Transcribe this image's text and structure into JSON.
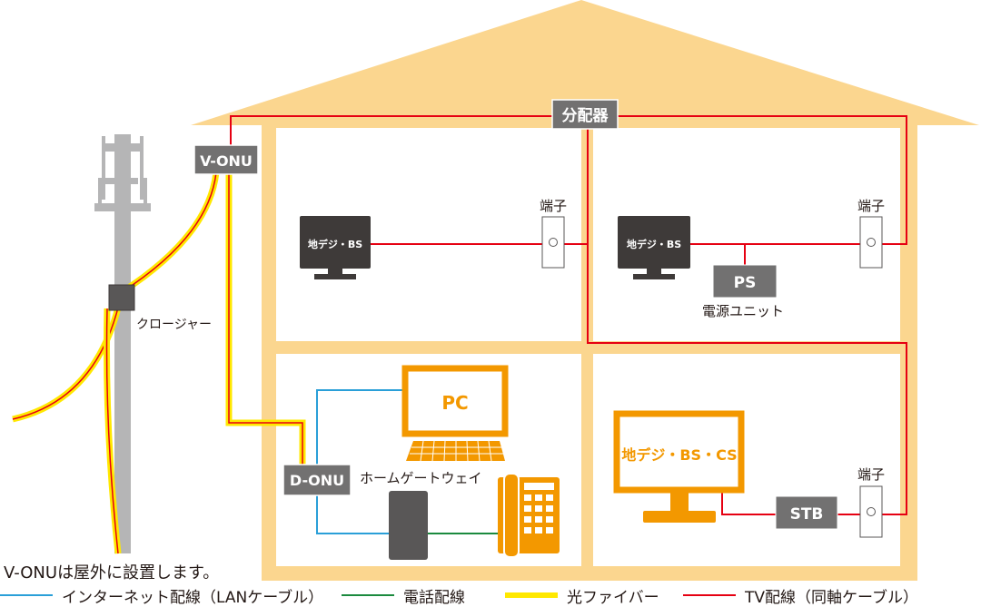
{
  "labels": {
    "v_onu": "V-ONU",
    "d_onu": "D-ONU",
    "splitter": "分配器",
    "closure": "クロージャー",
    "terminal_1": "端子",
    "terminal_2": "端子",
    "terminal_3": "端子",
    "tv_1": "地デジ・BS",
    "tv_2": "地デジ・BS",
    "tv_3": "地デジ・BS・CS",
    "pc": "PC",
    "ps": "PS",
    "ps_caption": "電源ユニット",
    "stb": "STB",
    "home_gateway": "ホームゲートウェイ"
  },
  "note": "V-ONUは屋外に設置します。",
  "legend": [
    {
      "label": "インターネット配線（LANケーブル）",
      "color": "#2a9fd8"
    },
    {
      "label": "電話配線",
      "color": "#1b8a3e"
    },
    {
      "label": "光ファイバー",
      "color": "#ffe800"
    },
    {
      "label": "TV配線（同軸ケーブル）",
      "color": "#e60012"
    }
  ],
  "colors": {
    "house": "#fbd68f",
    "room": "#ffffff",
    "device_orange": "#f39800",
    "box_gray": "#727171",
    "monitor_dark": "#3e3a39",
    "pole": "#b5b5b6",
    "lan": "#2a9fd8",
    "phone": "#1b8a3e",
    "fiber": "#ffe800",
    "fiber_core": "#e60012",
    "tv_coax": "#e60012"
  }
}
